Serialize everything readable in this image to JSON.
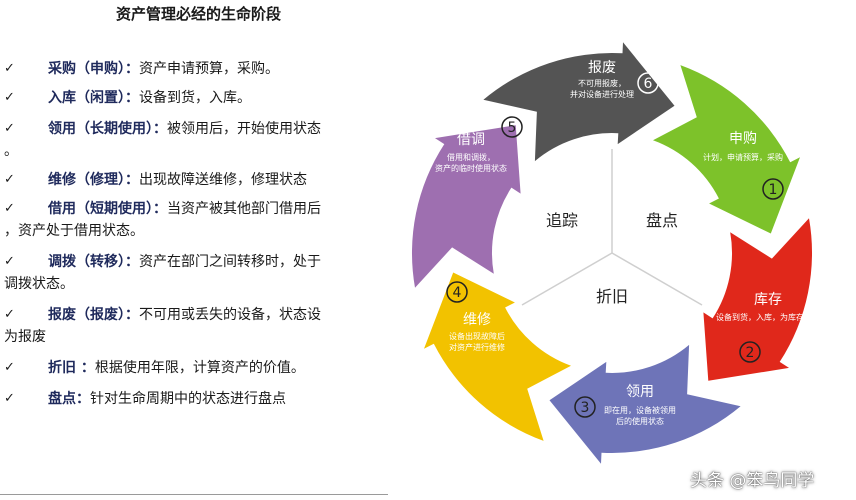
{
  "title": "资产管理必经的生命阶段",
  "items": [
    {
      "term": "采购（申购）",
      "sep": "：",
      "desc": "资产申请预算，采购。"
    },
    {
      "term": "入库（闲置）",
      "sep": "：",
      "desc": "设备到货，入库。"
    },
    {
      "term": "领用（长期使用）",
      "sep": "：",
      "desc": "被领用后，开始使用状态",
      "tail": "。"
    },
    {
      "term": "维修（修理）",
      "sep": "：",
      "desc": "出现故障送维修，修理状态"
    },
    {
      "term": "借用（短期使用）",
      "sep": "：",
      "desc": "当资产被其他部门借用后",
      "tail": "，资产处于借用状态。"
    },
    {
      "term": "调拨（转移）",
      "sep": "：",
      "desc": "资产在部门之间转移时，处于",
      "tail": "调拨状态。"
    },
    {
      "term": "报废（报废）",
      "sep": "：",
      "desc": "不可用或丢失的设备，状态设",
      "tail": "为报废"
    },
    {
      "term": "折旧",
      "sep": " ：",
      "desc": "根据使用年限，计算资产的价值。"
    },
    {
      "term": "盘点",
      "sep": "：",
      "desc": "针对生命周期中的状态进行盘点"
    }
  ],
  "check_glyph": "✓",
  "diagram": {
    "segments": [
      {
        "num": "1",
        "title": "申购",
        "desc": [
          "计划，申请预算，采购"
        ],
        "color": "#7dc22a"
      },
      {
        "num": "2",
        "title": "库存",
        "desc": [
          "设备到货，入库，为库存状态"
        ],
        "color": "#e0281b"
      },
      {
        "num": "3",
        "title": "领用",
        "desc": [
          "即在用，设备被领用",
          "后的使用状态"
        ],
        "color": "#6e74b8"
      },
      {
        "num": "4",
        "title": "维修",
        "desc": [
          "设备出现故障后",
          "对资产进行维修"
        ],
        "color": "#f2c200"
      },
      {
        "num": "5",
        "title": "借调",
        "desc": [
          "借用和调拨，",
          "资产的临时使用状态"
        ],
        "color": "#9e6fb0"
      },
      {
        "num": "6",
        "title": "报废",
        "desc": [
          "不可用报废，",
          "并对设备进行处理"
        ],
        "color": "#545454"
      }
    ],
    "center": [
      "追踪",
      "盘点",
      "折旧"
    ]
  },
  "watermark": "头条 @笨鸟同学"
}
